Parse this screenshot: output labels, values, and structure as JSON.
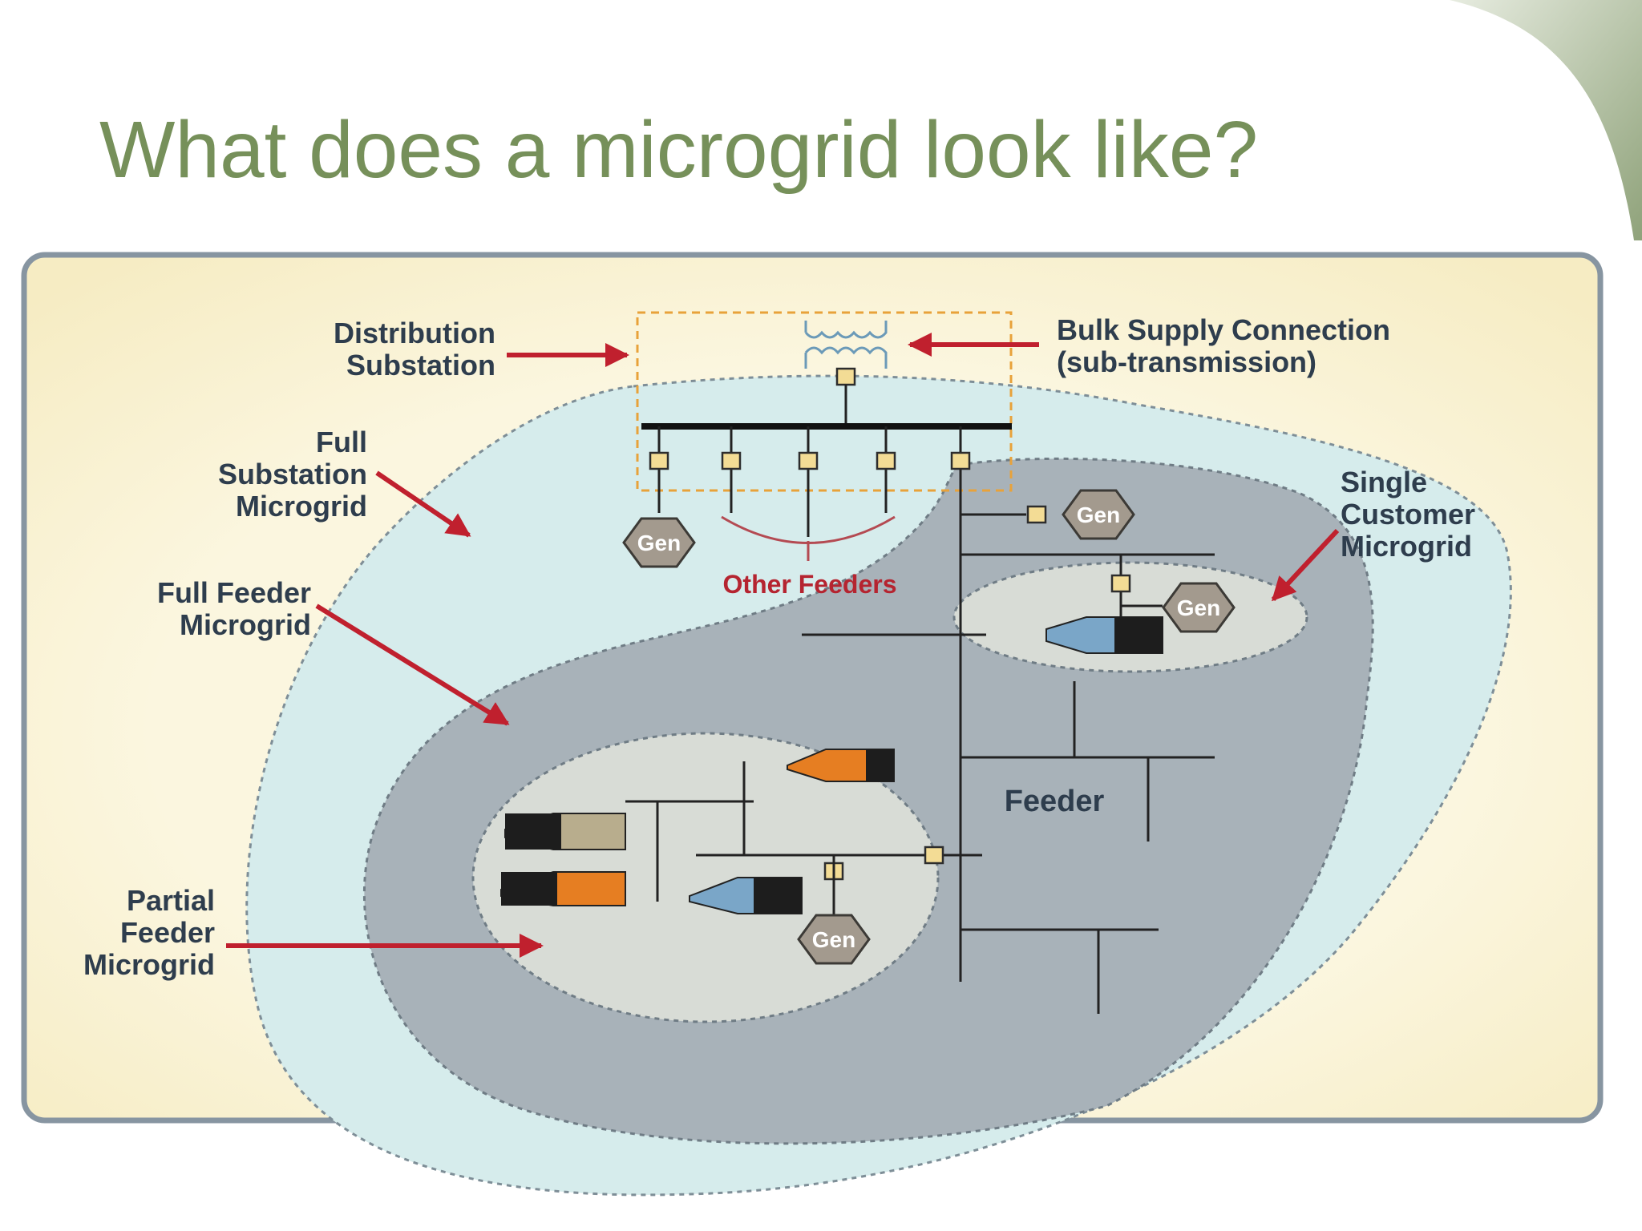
{
  "title": "What does a microgrid look like?",
  "diagram": {
    "labels": {
      "distribution_substation": [
        "Distribution",
        "Substation"
      ],
      "bulk_supply": [
        "Bulk Supply Connection",
        "(sub-transmission)"
      ],
      "full_substation_microgrid": [
        "Full",
        "Substation",
        "Microgrid"
      ],
      "full_feeder_microgrid": [
        "Full Feeder",
        "Microgrid"
      ],
      "partial_feeder_microgrid": [
        "Partial",
        "Feeder",
        "Microgrid"
      ],
      "single_customer_microgrid": [
        "Single",
        "Customer",
        "Microgrid"
      ],
      "other_feeders": "Other Feeders",
      "feeder": "Feeder",
      "gen": "Gen"
    },
    "colors": {
      "title": "#76905a",
      "frame_bg": "#fbf4d8",
      "substation_region": "#d6ecec",
      "feeder_region": "#a8b2b9",
      "partial_region": "#d8dcd6",
      "arrow": "#c0202e",
      "gen_fill": "#a39a8e",
      "breaker": "#f3dc95",
      "building_orange": "#e67e22",
      "building_tan": "#b8ad8d",
      "building_blue": "#7aa6c8"
    }
  }
}
